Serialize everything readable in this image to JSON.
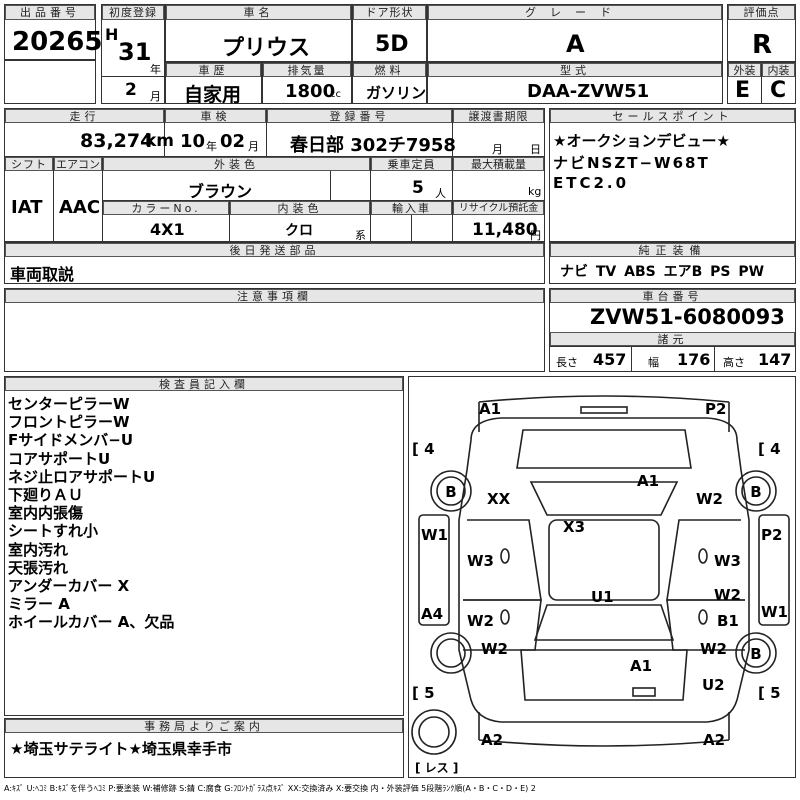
{
  "header_labels": {
    "lot": "出品番号",
    "first_reg": "初度登録",
    "car_name": "車名",
    "door": "ドア形状",
    "grade": "グレード",
    "score": "評価点",
    "history": "車歴",
    "displacement": "排気量",
    "fuel": "燃料",
    "model": "型式",
    "exterior": "外装",
    "interior": "内装"
  },
  "lot_number": "20265",
  "era": "H",
  "year": "31",
  "year_unit": "年",
  "month": "2",
  "month_unit": "月",
  "car_name": "プリウス",
  "door_type": "5D",
  "grade": "A",
  "score": "R",
  "car_history": "自家用",
  "displacement": "1800",
  "displacement_unit": "cc",
  "fuel": "ガソリン",
  "model_code": "DAA-ZVW51",
  "exterior_score": "E",
  "interior_score": "C",
  "row2_labels": {
    "mileage": "走行",
    "inspection": "車検",
    "registration": "登録番号",
    "transfer": "譲渡書期限",
    "shift": "シフト",
    "aircon": "エアコン",
    "ext_color": "外装色",
    "capacity": "乗車定員",
    "max_load": "最大積載量",
    "color_no": "カラーNo.",
    "int_color": "内装色",
    "import": "輸入車",
    "recycle": "リサイクル預託金",
    "later_parts": "後日発送部品"
  },
  "mileage": "83,274",
  "mileage_unit": "km",
  "inspection_year": "10",
  "inspection_year_unit": "年",
  "inspection_month": "02",
  "inspection_month_unit": "月",
  "registration_number": "春日部 302チ7958",
  "transfer_month_unit": "月",
  "transfer_day_unit": "日",
  "shift": "IAT",
  "aircon": "AAC",
  "ext_color": "ブラウン",
  "capacity": "5",
  "capacity_unit": "人",
  "max_load_unit": "kg",
  "color_no": "4X1",
  "int_color": "クロ",
  "int_color_unit": "系",
  "recycle_fee": "11,480",
  "recycle_unit": "円",
  "later_parts": "車両取説",
  "sales_point_label": "セールスポイント",
  "sales_points": [
    "★オークションデビュー★",
    "ナビNSZT−W68T",
    "ETC2.0"
  ],
  "equipment_label": "純正装備",
  "equipment": "ナビ TV ABS エアB PS PW",
  "notes_label": "注意事項欄",
  "chassis_label": "車台番号",
  "chassis_number": "ZVW51-6080093",
  "dimensions_label": "諸元",
  "length_label": "長さ",
  "length": "457",
  "width_label": "幅",
  "width": "176",
  "height_label": "高さ",
  "height": "147",
  "inspector_label": "検査員記入欄",
  "inspector_notes": [
    "センターピラーW",
    "フロントピラーW",
    "Fサイドメンバ−U",
    "コアサポートU",
    "ネジ止ロアサポートU",
    "下廻りＡＵ",
    "室内内張傷",
    "シートすれ小",
    "室内汚れ",
    "天張汚れ",
    "アンダーカバー X",
    "ミラー A",
    "ホイールカバー A、欠品"
  ],
  "office_label": "事務局よりご案内",
  "office_message": "★埼玉サテライト★埼玉県幸手市",
  "legend": "A:ｷｽﾞ U:ﾍｺﾐ B:ｷｽﾞを伴うﾍｺﾐ P:要塗装 W:補修跡 S:錆 C:腐食 G:ﾌﾛﾝﾄｶﾞﾗｽ点ｷｽﾞ XX:交換済み X:要交換 内・外装評価 5段階ﾗﾝｸ順(A・B・C・D・E) 2",
  "diagram": {
    "marks": [
      "A1",
      "P2",
      "A1",
      "XX",
      "W2",
      "X3",
      "W1",
      "P2",
      "W3",
      "W3",
      "W2",
      "U1",
      "B1",
      "A4",
      "W2",
      "W1",
      "W2",
      "W2",
      "A1",
      "U2",
      "A2",
      "A2"
    ],
    "tires": [
      "B",
      "B",
      "B"
    ],
    "tire_sizes": [
      "[ 4",
      "[ 4",
      "[ 5",
      "[ 5"
    ],
    "spare_label": "[ レス ]"
  }
}
